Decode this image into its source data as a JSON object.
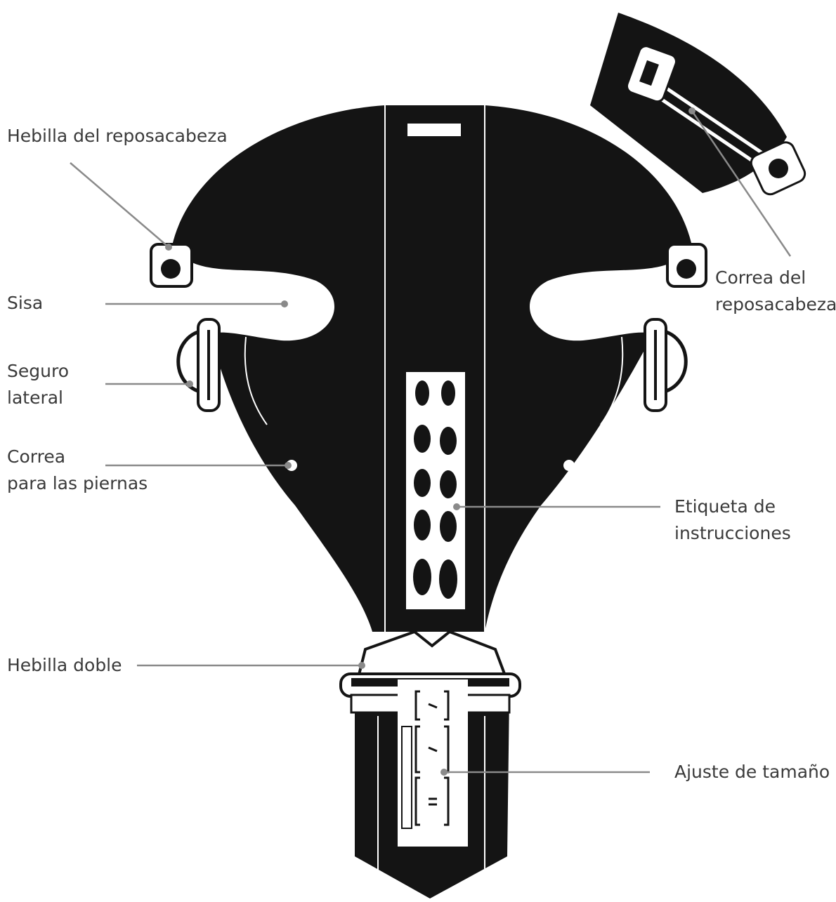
{
  "labels": {
    "headrest_buckle": "Hebilla del reposacabeza",
    "headrest_strap": [
      "Correa del",
      "reposacabeza"
    ],
    "armhole": "Sisa",
    "side_lock": [
      "Seguro",
      "lateral"
    ],
    "leg_strap": [
      "Correa",
      "para las piernas"
    ],
    "instruction_label": [
      "Etiqueta de",
      "instrucciones"
    ],
    "double_buckle": "Hebilla doble",
    "size_adjust": "Ajuste de tamaño"
  },
  "colors": {
    "fabric": "#141414",
    "leader": "#8a8a8a",
    "text": "#3a3a3a",
    "background": "#ffffff"
  }
}
